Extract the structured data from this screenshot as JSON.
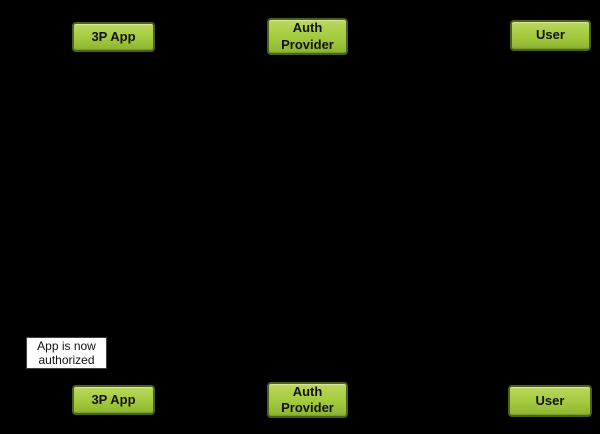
{
  "canvas": {
    "background": "#000000"
  },
  "actors": {
    "top": [
      {
        "label": "3P App"
      },
      {
        "label": "Auth\nProvider"
      },
      {
        "label": "User"
      }
    ],
    "bottom": [
      {
        "label": "3P App"
      },
      {
        "label": "Auth\nProvider"
      },
      {
        "label": "User"
      }
    ]
  },
  "note": {
    "text": "App is now\nauthorized"
  },
  "colors": {
    "canvas_background": "#000000",
    "actor_fill_top": "#bcd75f",
    "actor_fill_mid": "#a3ca3c",
    "actor_fill_bottom": "#8db431",
    "actor_border": "#4a631c",
    "actor_text": "#111111",
    "note_background": "#ffffff",
    "note_border": "#3f3f3f",
    "note_text": "#111111"
  }
}
